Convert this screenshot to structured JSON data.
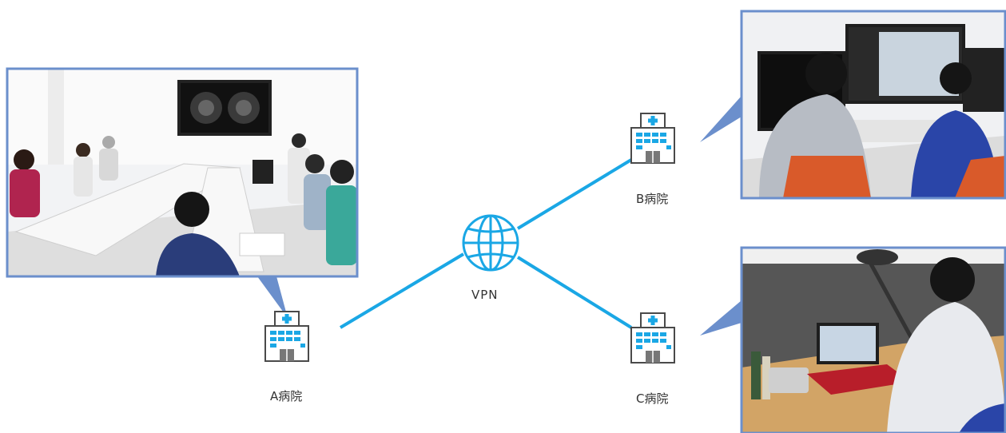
{
  "network": {
    "label": "VPN"
  },
  "hospitals": {
    "a": {
      "label": "A病院"
    },
    "b": {
      "label": "B病院"
    },
    "c": {
      "label": "C病院"
    }
  },
  "colors": {
    "link": "#1aa7e5",
    "frame": "#6b8fcc",
    "building_stroke": "#4a4a4a",
    "window": "#1aa7e5",
    "door": "#777777"
  },
  "icons": {
    "network": "globe-icon",
    "hospital": "hospital-building-icon"
  }
}
